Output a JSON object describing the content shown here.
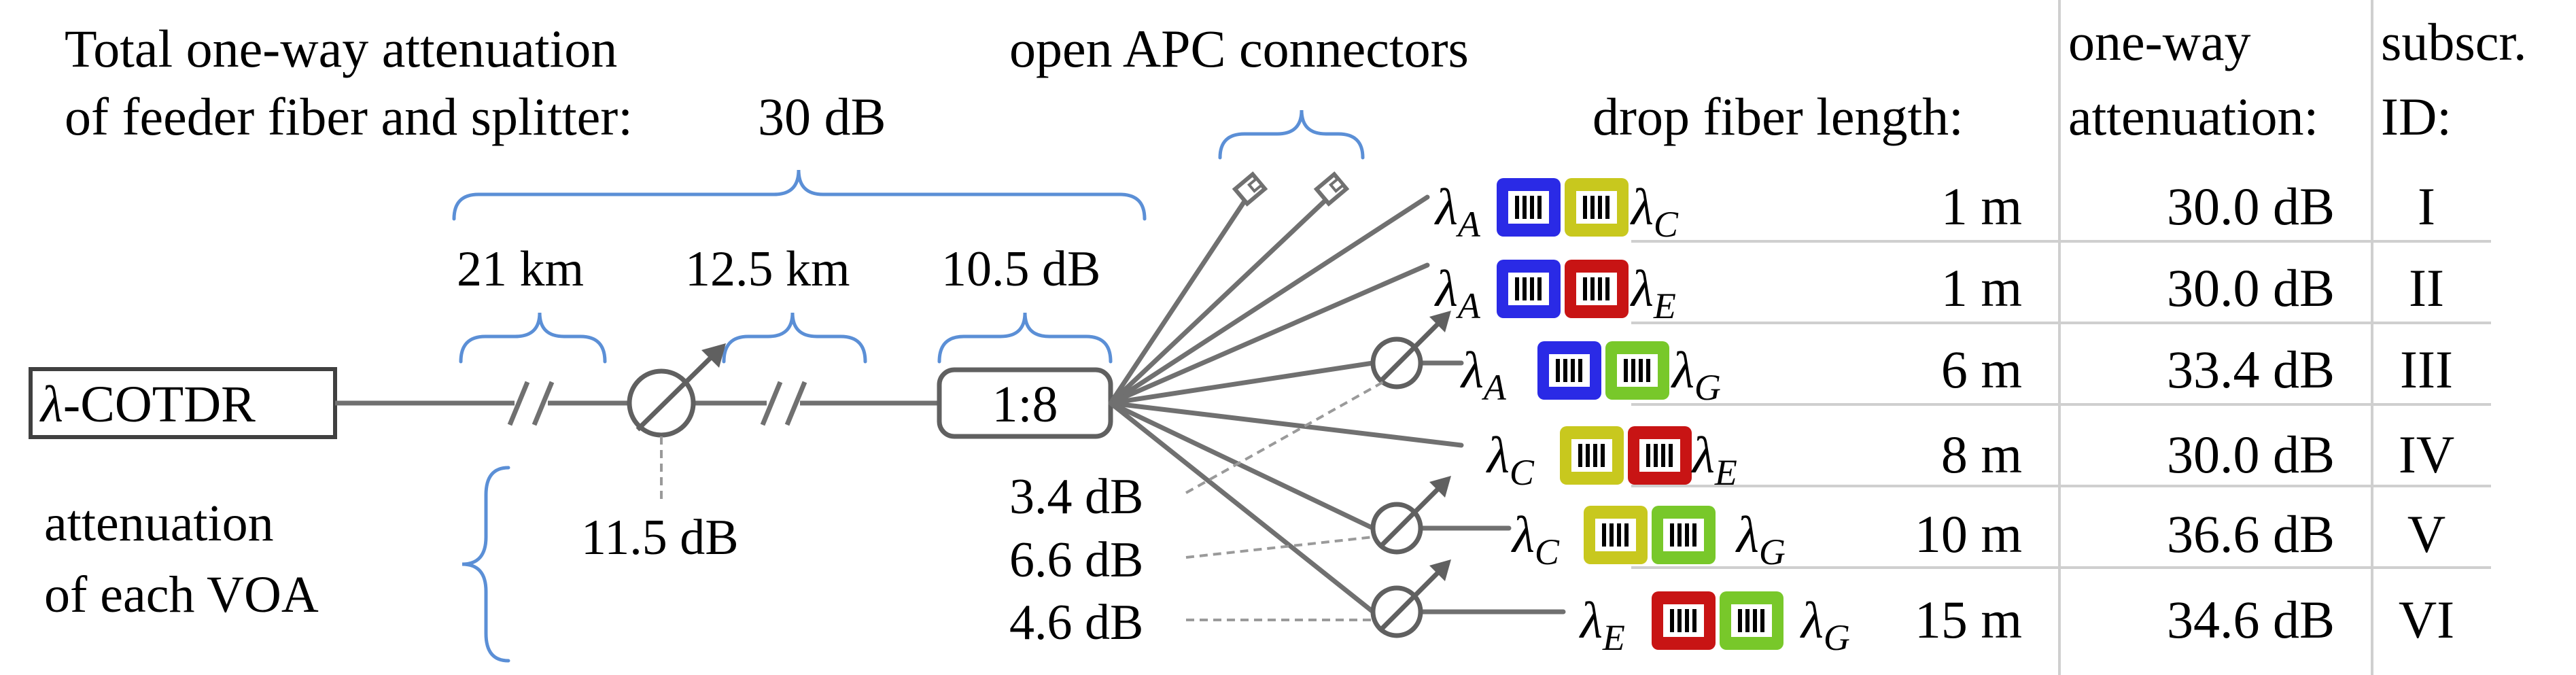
{
  "source": {
    "label": "λ-COTDR",
    "symbol": "λ",
    "name": "-COTDR"
  },
  "top_text": {
    "total_line1": "Total one-way attenuation",
    "total_line2": "of feeder fiber and splitter:",
    "total_value": "30 dB",
    "apc": "open APC connectors"
  },
  "feeder": {
    "segment1": "21 km",
    "segment2": "12.5 km",
    "splitter_loss": "10.5 dB",
    "voa_value": "11.5 dB"
  },
  "splitter": {
    "label": "1:8"
  },
  "voa_note": {
    "line1": "attenuation",
    "line2": "of each VOA"
  },
  "drop_voa_values": [
    "3.4 dB",
    "6.6 dB",
    "4.6 dB"
  ],
  "table": {
    "col1_header": "drop fiber length:",
    "col2_header_line1": "one-way",
    "col2_header_line2": "attenuation:",
    "col3_header_line1": "subscr.",
    "col3_header_line2": "ID:",
    "rows": [
      {
        "length": "1 m",
        "attenuation": "30.0 dB",
        "id": "I"
      },
      {
        "length": "1 m",
        "attenuation": "30.0 dB",
        "id": "II"
      },
      {
        "length": "6 m",
        "attenuation": "33.4 dB",
        "id": "III"
      },
      {
        "length": "8 m",
        "attenuation": "30.0 dB",
        "id": "IV"
      },
      {
        "length": "10 m",
        "attenuation": "36.6 dB",
        "id": "V"
      },
      {
        "length": "15 m",
        "attenuation": "34.6 dB",
        "id": "VI"
      }
    ]
  },
  "subscribers": [
    {
      "left": "A",
      "right": "C",
      "colors": [
        "#2a2ae6",
        "#c8c81e"
      ]
    },
    {
      "left": "A",
      "right": "E",
      "colors": [
        "#2a2ae6",
        "#c81414"
      ]
    },
    {
      "left": "A",
      "right": "G",
      "colors": [
        "#2a2ae6",
        "#78c82a"
      ]
    },
    {
      "left": "C",
      "right": "E",
      "colors": [
        "#c8c81e",
        "#c81414"
      ]
    },
    {
      "left": "C",
      "right": "G",
      "colors": [
        "#c8c81e",
        "#78c82a"
      ]
    },
    {
      "left": "E",
      "right": "G",
      "colors": [
        "#c81414",
        "#78c82a"
      ]
    }
  ],
  "colors": {
    "fiber": "#707070",
    "brace": "#5b8fd6",
    "dashed": "#9a9a9a"
  }
}
